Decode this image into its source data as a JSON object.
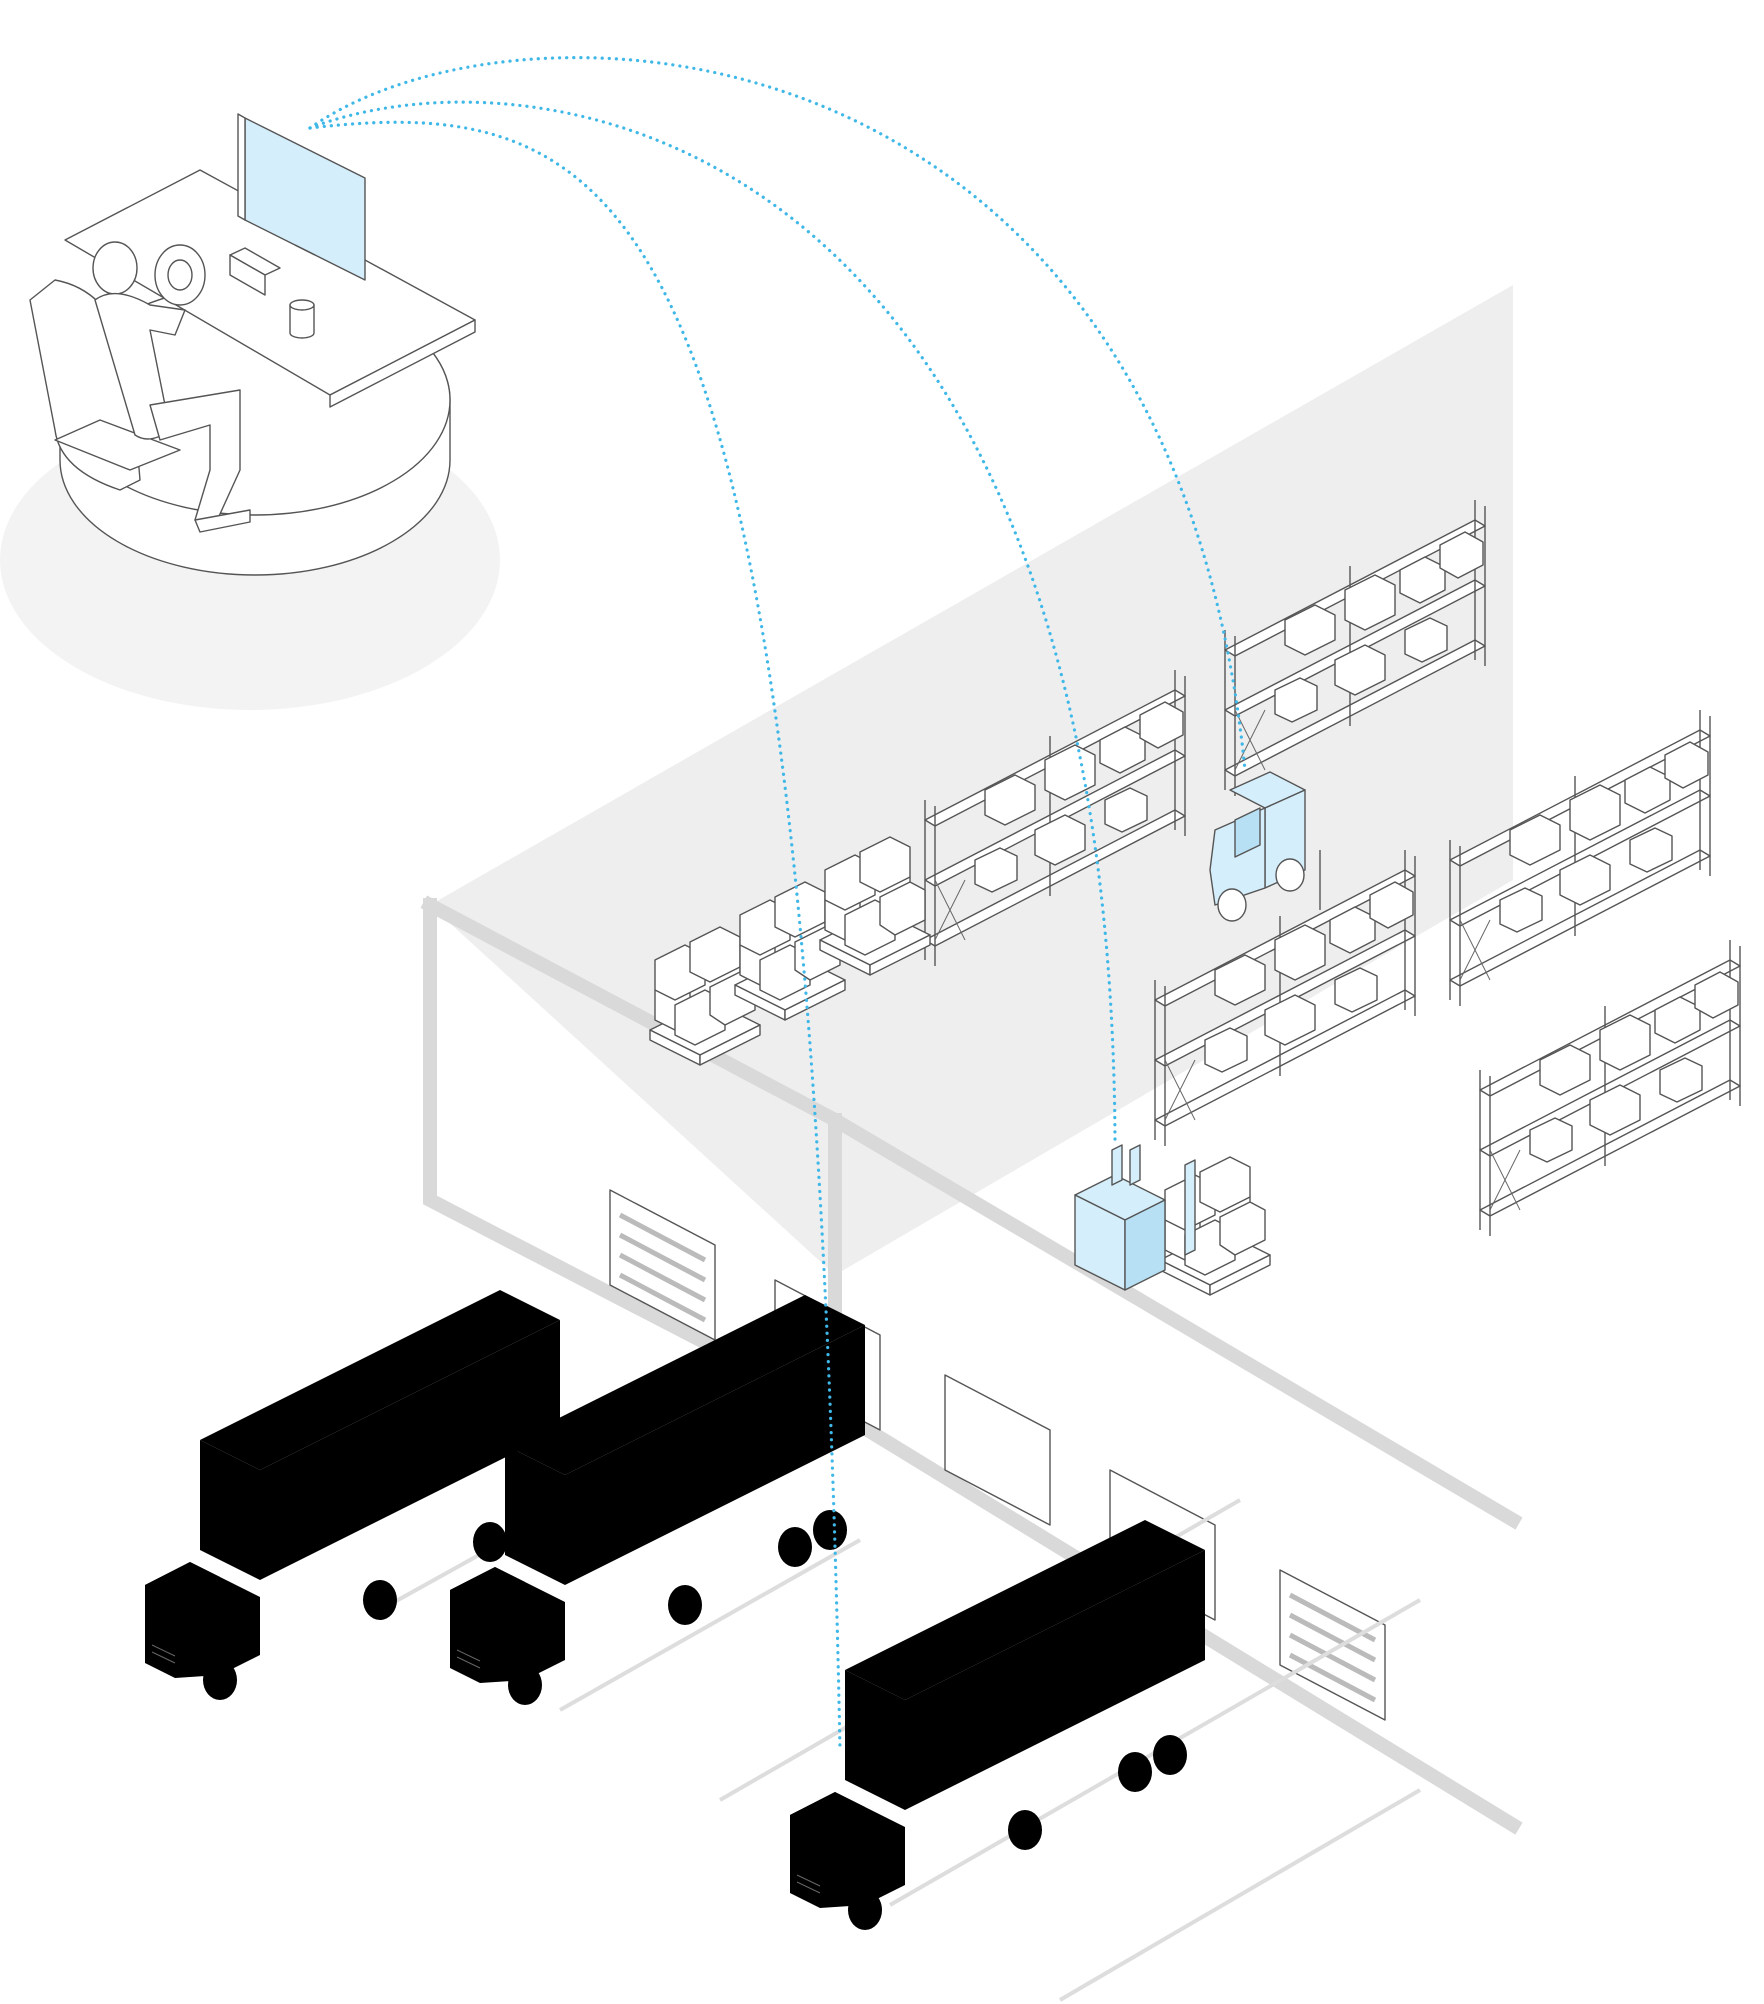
{
  "colors": {
    "accent_blue": "#3fb8e8",
    "highlight_fill": "#d5eefb",
    "floor_gray": "#eeeeee",
    "wall_gray": "#d9d9d9",
    "line_dark": "#555555"
  },
  "scene": {
    "operator_station": {
      "icon": "remote-operator-desk-icon"
    },
    "warehouse": {
      "icon": "warehouse-icon"
    },
    "remote_vehicles": [
      {
        "id": "forklift",
        "icon": "forklift-icon"
      },
      {
        "id": "pallet-mover",
        "icon": "pallet-truck-icon"
      },
      {
        "id": "truck",
        "icon": "truck-icon"
      }
    ]
  }
}
